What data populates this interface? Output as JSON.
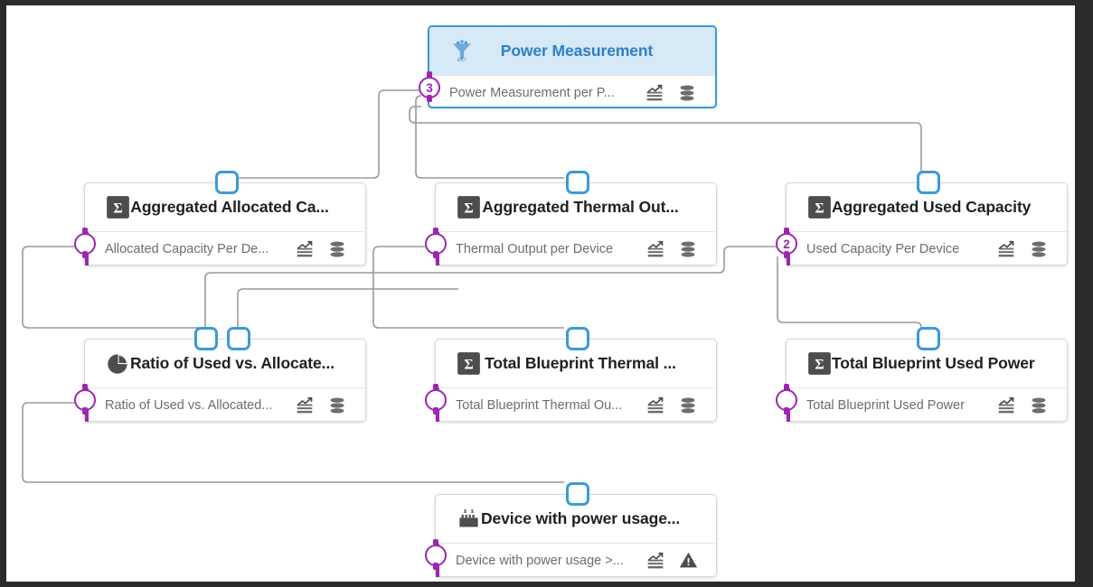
{
  "canvas": {
    "background": "#ffffff",
    "frame_color": "#2b2b2b",
    "edge_color": "#9a9a9a",
    "input_port_color": "#3a9ad9",
    "output_port_color": "#9b27b0",
    "selected_header_bg": "#d5e9f7",
    "selected_title_color": "#2e7fc4"
  },
  "nodes": [
    {
      "id": "power-measurement",
      "selected": true,
      "header": {
        "title": "Power Measurement",
        "icon": "funnel-ext-icon"
      },
      "row": {
        "label": "Power Measurement per P...",
        "badge": "3",
        "icons": [
          "chart-trend-icon",
          "database-stack-icon"
        ]
      }
    },
    {
      "id": "aggregated-allocated-capacity",
      "selected": false,
      "header": {
        "title": "Aggregated Allocated Ca...",
        "icon": "sigma-icon"
      },
      "row": {
        "label": "Allocated Capacity Per De...",
        "badge": "",
        "icons": [
          "chart-trend-icon",
          "database-stack-icon"
        ]
      }
    },
    {
      "id": "aggregated-thermal-output",
      "selected": false,
      "header": {
        "title": "Aggregated Thermal Out...",
        "icon": "sigma-icon"
      },
      "row": {
        "label": "Thermal Output per Device",
        "badge": "",
        "icons": [
          "chart-trend-icon",
          "database-stack-icon"
        ]
      }
    },
    {
      "id": "aggregated-used-capacity",
      "selected": false,
      "header": {
        "title": "Aggregated Used Capacity",
        "icon": "sigma-icon"
      },
      "row": {
        "label": "Used Capacity Per Device",
        "badge": "2",
        "icons": [
          "chart-trend-icon",
          "database-stack-icon"
        ]
      }
    },
    {
      "id": "ratio-used-vs-allocated",
      "selected": false,
      "header": {
        "title": "Ratio of Used vs. Allocate...",
        "icon": "pie-chart-icon"
      },
      "row": {
        "label": "Ratio of Used vs. Allocated...",
        "badge": "",
        "icons": [
          "chart-trend-icon",
          "database-stack-icon"
        ]
      }
    },
    {
      "id": "total-blueprint-thermal",
      "selected": false,
      "header": {
        "title": "Total Blueprint Thermal ...",
        "icon": "sigma-icon"
      },
      "row": {
        "label": "Total Blueprint Thermal Ou...",
        "badge": "",
        "icons": [
          "chart-trend-icon",
          "database-stack-icon"
        ]
      }
    },
    {
      "id": "total-blueprint-used-power",
      "selected": false,
      "header": {
        "title": "Total Blueprint Used Power",
        "icon": "sigma-icon"
      },
      "row": {
        "label": "Total Blueprint Used Power",
        "badge": "",
        "icons": [
          "chart-trend-icon",
          "database-stack-icon"
        ]
      }
    },
    {
      "id": "device-with-power-usage",
      "selected": false,
      "header": {
        "title": "Device with power usage...",
        "icon": "device-rack-icon"
      },
      "row": {
        "label": "Device with power usage >...",
        "badge": "",
        "icons": [
          "chart-trend-icon",
          "warning-triangle-icon"
        ]
      }
    }
  ]
}
